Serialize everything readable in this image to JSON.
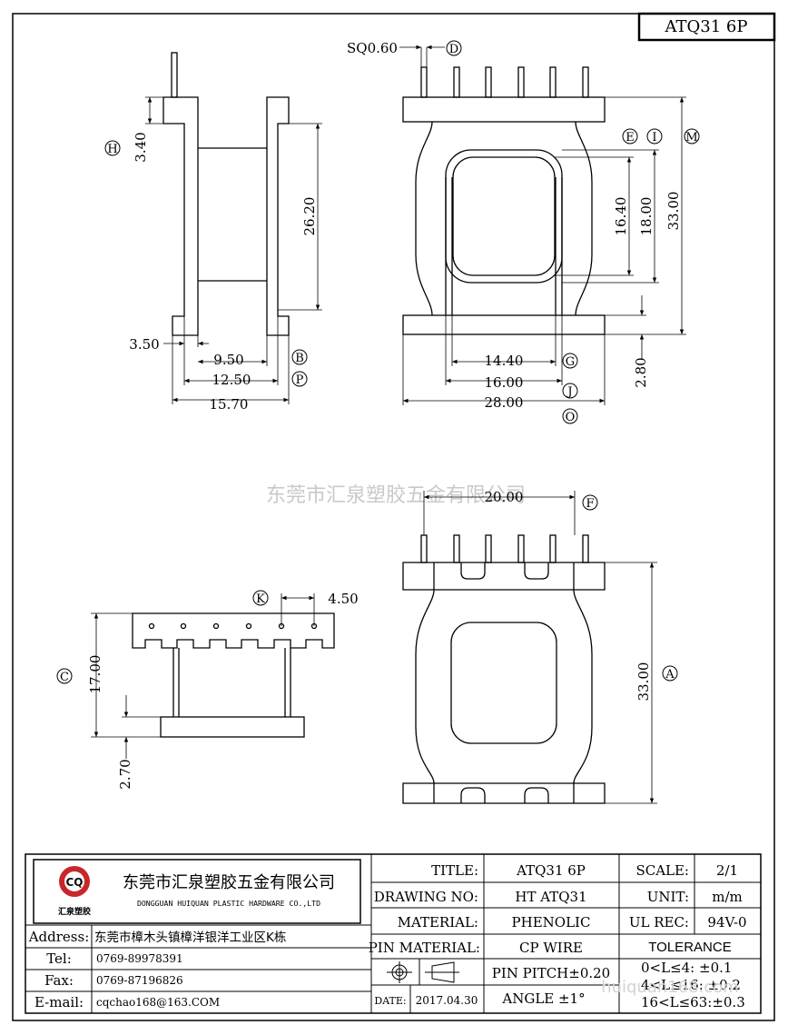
{
  "part_code": "ATQ31 6P",
  "watermark_company": "东莞市汇泉塑胶五金有限公司",
  "watermark_site": "huiquan168.com",
  "dimensions": {
    "sq_pin": "SQ0.60",
    "d340": "3.40",
    "d2620": "26.20",
    "d350": "3.50",
    "d950": "9.50",
    "d1250": "12.50",
    "d1570": "15.70",
    "d1640": "16.40",
    "d1800": "18.00",
    "d3300_top": "33.00",
    "d1440": "14.40",
    "d1600": "16.00",
    "d2800": "28.00",
    "d280": "2.80",
    "d2000": "20.00",
    "d450": "4.50",
    "d1700": "17.00",
    "d270": "2.70",
    "d3300_bottom": "33.00"
  },
  "callouts": {
    "A": "A",
    "B": "B",
    "C": "C",
    "D": "D",
    "E": "E",
    "F": "F",
    "G": "G",
    "H": "H",
    "I": "I",
    "J": "J",
    "K": "K",
    "M": "M",
    "O": "O",
    "P": "P"
  },
  "company": {
    "logo_letters": "CQ",
    "logo_text": "汇泉塑胶",
    "name_cn": "东莞市汇泉塑胶五金有限公司",
    "name_en": "DONGGUAN HUIQUAN PLASTIC HARDWARE CO.,LTD"
  },
  "contact": {
    "address_label": "Address:",
    "address_value": "东莞市樟木头镇樟洋银洋工业区K栋",
    "tel_label": "Tel:",
    "tel_value": "0769-89978391",
    "fax_label": "Fax:",
    "fax_value": "0769-87196826",
    "email_label": "E-mail:",
    "email_value": "cqchao168@163.COM"
  },
  "title_block": {
    "title_label": "TITLE:",
    "title_value": "ATQ31 6P",
    "scale_label": "SCALE:",
    "scale_value": "2/1",
    "drawing_label": "DRAWING NO:",
    "drawing_value": "HT ATQ31",
    "unit_label": "UNIT:",
    "unit_value": "m/m",
    "material_label": "MATERIAL:",
    "material_value": "PHENOLIC",
    "ulrec_label": "UL REC:",
    "ulrec_value": "94V-0",
    "pin_material_label": "PIN MATERIAL:",
    "pin_material_value": "CP WIRE",
    "tolerance_label": "TOLERANCE",
    "pin_pitch": "PIN PITCH±0.20",
    "angle": "ANGLE  ±1°",
    "date_label": "DATE:",
    "date_value": "2017.04.30",
    "tol1": "0<L≤4:  ±0.1",
    "tol2": "4<L≤16: ±0.2",
    "tol3": "16<L≤63:±0.3"
  }
}
